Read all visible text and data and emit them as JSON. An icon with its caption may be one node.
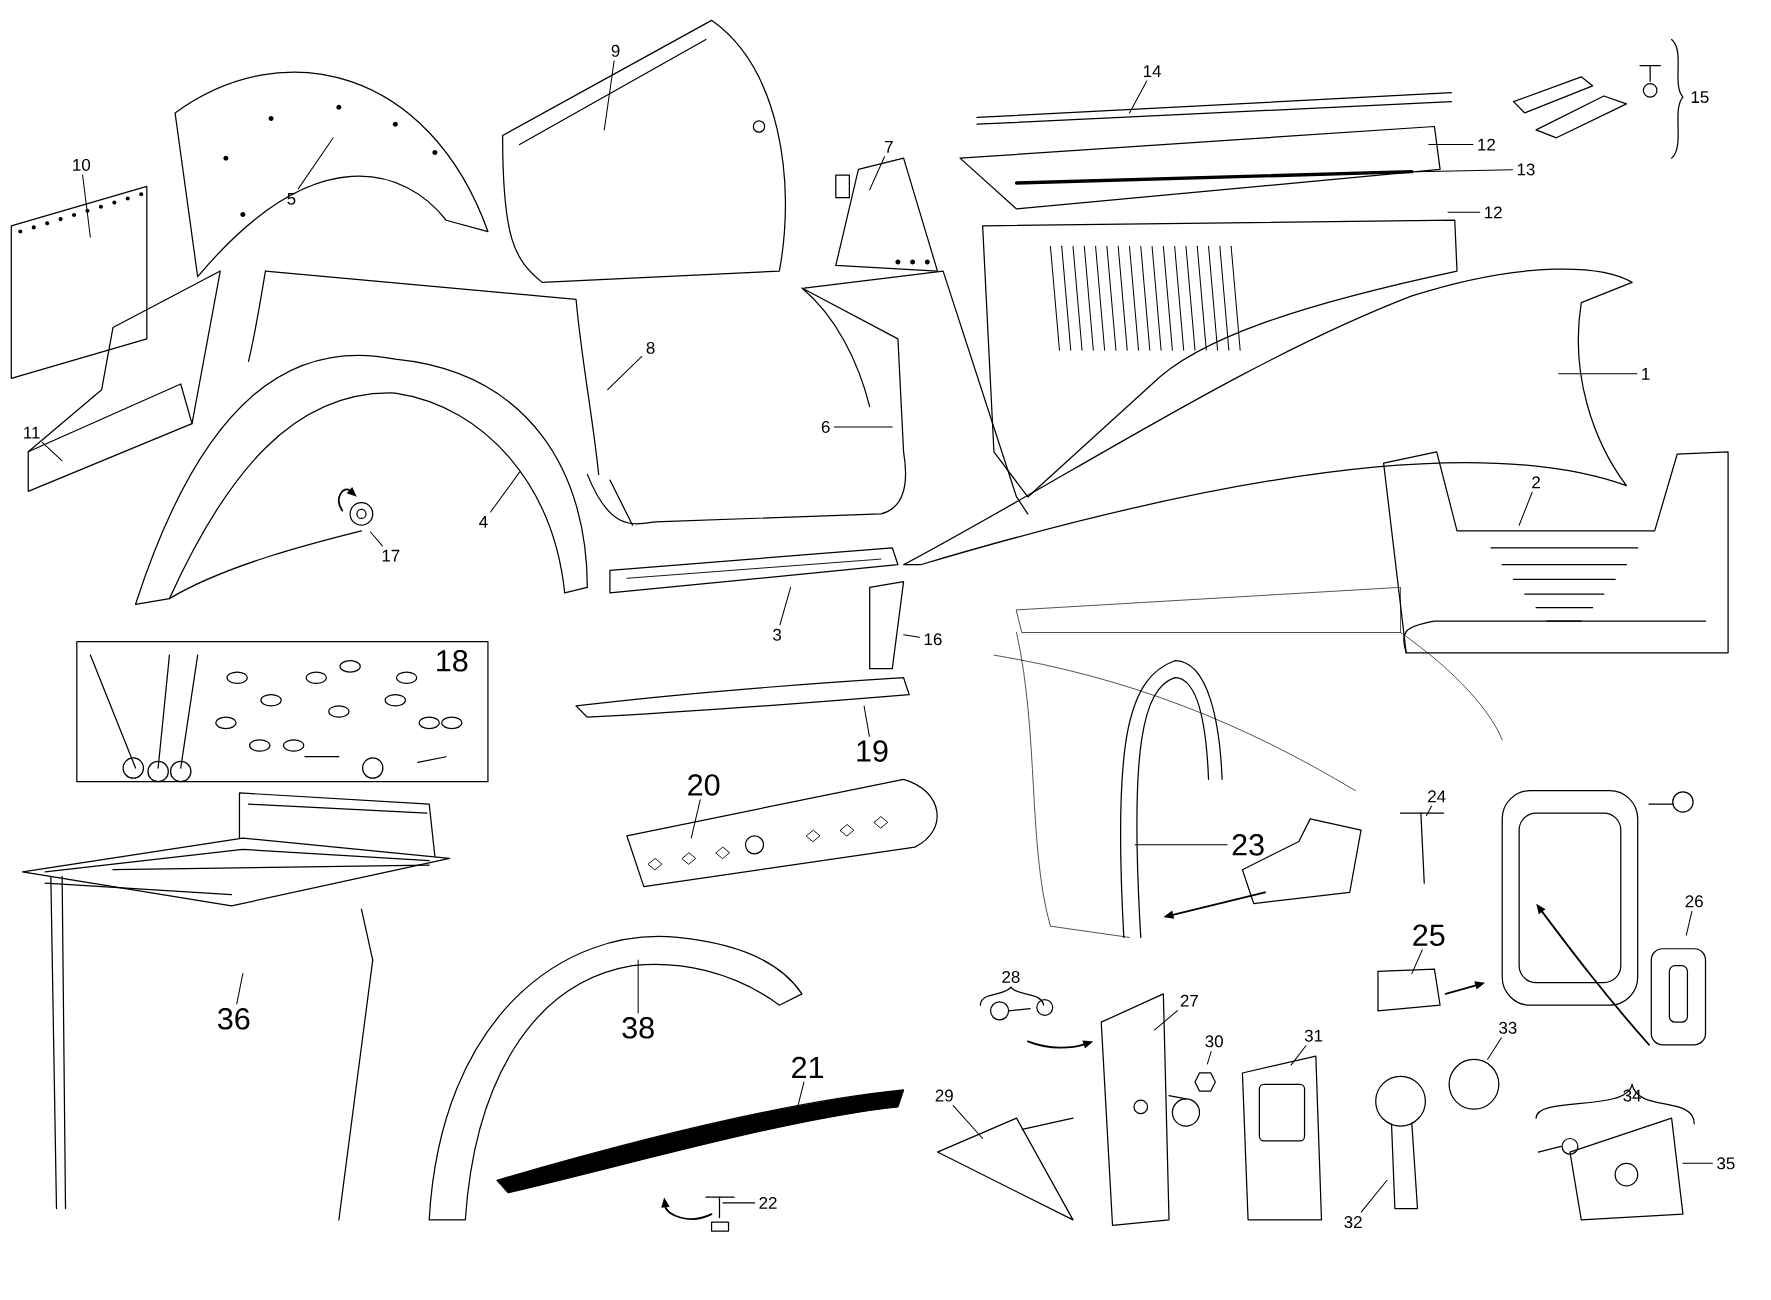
{
  "diagram": {
    "nodes": [
      {
        "text": [
          "1"
        ]
      },
      {
        "text": [
          "2"
        ]
      },
      {
        "text": [
          "3"
        ]
      },
      {
        "text": [
          "4"
        ]
      },
      {
        "text": [
          "5"
        ]
      },
      {
        "text": [
          "6"
        ]
      },
      {
        "text": [
          "7"
        ]
      },
      {
        "text": [
          "8"
        ]
      },
      {
        "text": [
          "9"
        ]
      },
      {
        "text": [
          "10"
        ]
      },
      {
        "text": [
          "11"
        ]
      },
      {
        "text": [
          "12"
        ]
      },
      {
        "text": [
          "13"
        ]
      },
      {
        "text": [
          "12"
        ]
      },
      {
        "text": [
          "14"
        ]
      },
      {
        "text": [
          "16"
        ]
      },
      {
        "text": [
          "17"
        ]
      },
      {
        "text": [
          "19"
        ]
      },
      {
        "text": [
          "20"
        ]
      },
      {
        "text": [
          "21"
        ]
      },
      {
        "text": [
          "22"
        ]
      },
      {
        "text": [
          "23"
        ]
      },
      {
        "text": [
          "24"
        ]
      },
      {
        "text": [
          "25"
        ]
      },
      {
        "text": [
          "26"
        ]
      },
      {
        "text": [
          "27"
        ]
      },
      {
        "text": [
          "29"
        ]
      },
      {
        "text": [
          "30"
        ]
      },
      {
        "text": [
          "31"
        ]
      },
      {
        "text": [
          "32"
        ]
      },
      {
        "text": [
          "33"
        ]
      },
      {
        "text": [
          "35"
        ]
      },
      {
        "text": [
          "36"
        ]
      },
      {
        "text": [
          "38"
        ]
      }
    ],
    "edges": [
      {
        "from": 0,
        "to": null,
        "arrow": "none"
      },
      {
        "from": 1,
        "to": null,
        "arrow": "none"
      },
      {
        "from": 2,
        "to": null,
        "arrow": "none"
      },
      {
        "from": 3,
        "to": null,
        "arrow": "none"
      },
      {
        "from": 4,
        "to": null,
        "arrow": "none"
      },
      {
        "from": 5,
        "to": null,
        "arrow": "none"
      },
      {
        "from": 6,
        "to": null,
        "arrow": "none"
      },
      {
        "from": 7,
        "to": null,
        "arrow": "none"
      },
      {
        "from": 8,
        "to": null,
        "arrow": "none"
      },
      {
        "from": 9,
        "to": null,
        "arrow": "none"
      },
      {
        "from": 10,
        "to": null,
        "arrow": "none"
      },
      {
        "from": 11,
        "to": null,
        "arrow": "none"
      },
      {
        "from": 12,
        "to": null,
        "arrow": "none"
      },
      {
        "from": 13,
        "to": null,
        "arrow": "none"
      },
      {
        "from": 14,
        "to": null,
        "arrow": "none"
      },
      {
        "from": 15,
        "to": null,
        "arrow": "none"
      },
      {
        "from": 16,
        "to": null,
        "arrow": "none"
      },
      {
        "from": 17,
        "to": null,
        "arrow": "none"
      },
      {
        "from": 18,
        "to": null,
        "arrow": "none"
      },
      {
        "from": 19,
        "to": null,
        "arrow": "none"
      },
      {
        "from": 20,
        "to": null,
        "arrow": "none"
      },
      {
        "from": 21,
        "to": null,
        "arrow": "none"
      },
      {
        "from": 22,
        "to": null,
        "arrow": "none"
      },
      {
        "from": 23,
        "to": null,
        "arrow": "none"
      },
      {
        "from": 24,
        "to": null,
        "arrow": "none"
      },
      {
        "from": 25,
        "to": null,
        "arrow": "none"
      },
      {
        "from": 26,
        "to": null,
        "arrow": "none"
      },
      {
        "from": 27,
        "to": null,
        "arrow": "none"
      },
      {
        "from": 28,
        "to": null,
        "arrow": "none"
      },
      {
        "from": 29,
        "to": null,
        "arrow": "none"
      },
      {
        "from": 30,
        "to": null,
        "arrow": "none"
      },
      {
        "from": 31,
        "to": null,
        "arrow": "none"
      },
      {
        "from": 32,
        "to": null,
        "arrow": "none"
      },
      {
        "from": 33,
        "to": null,
        "arrow": "none"
      }
    ],
    "labels": [
      "15",
      "18",
      "28",
      "34"
    ]
  }
}
